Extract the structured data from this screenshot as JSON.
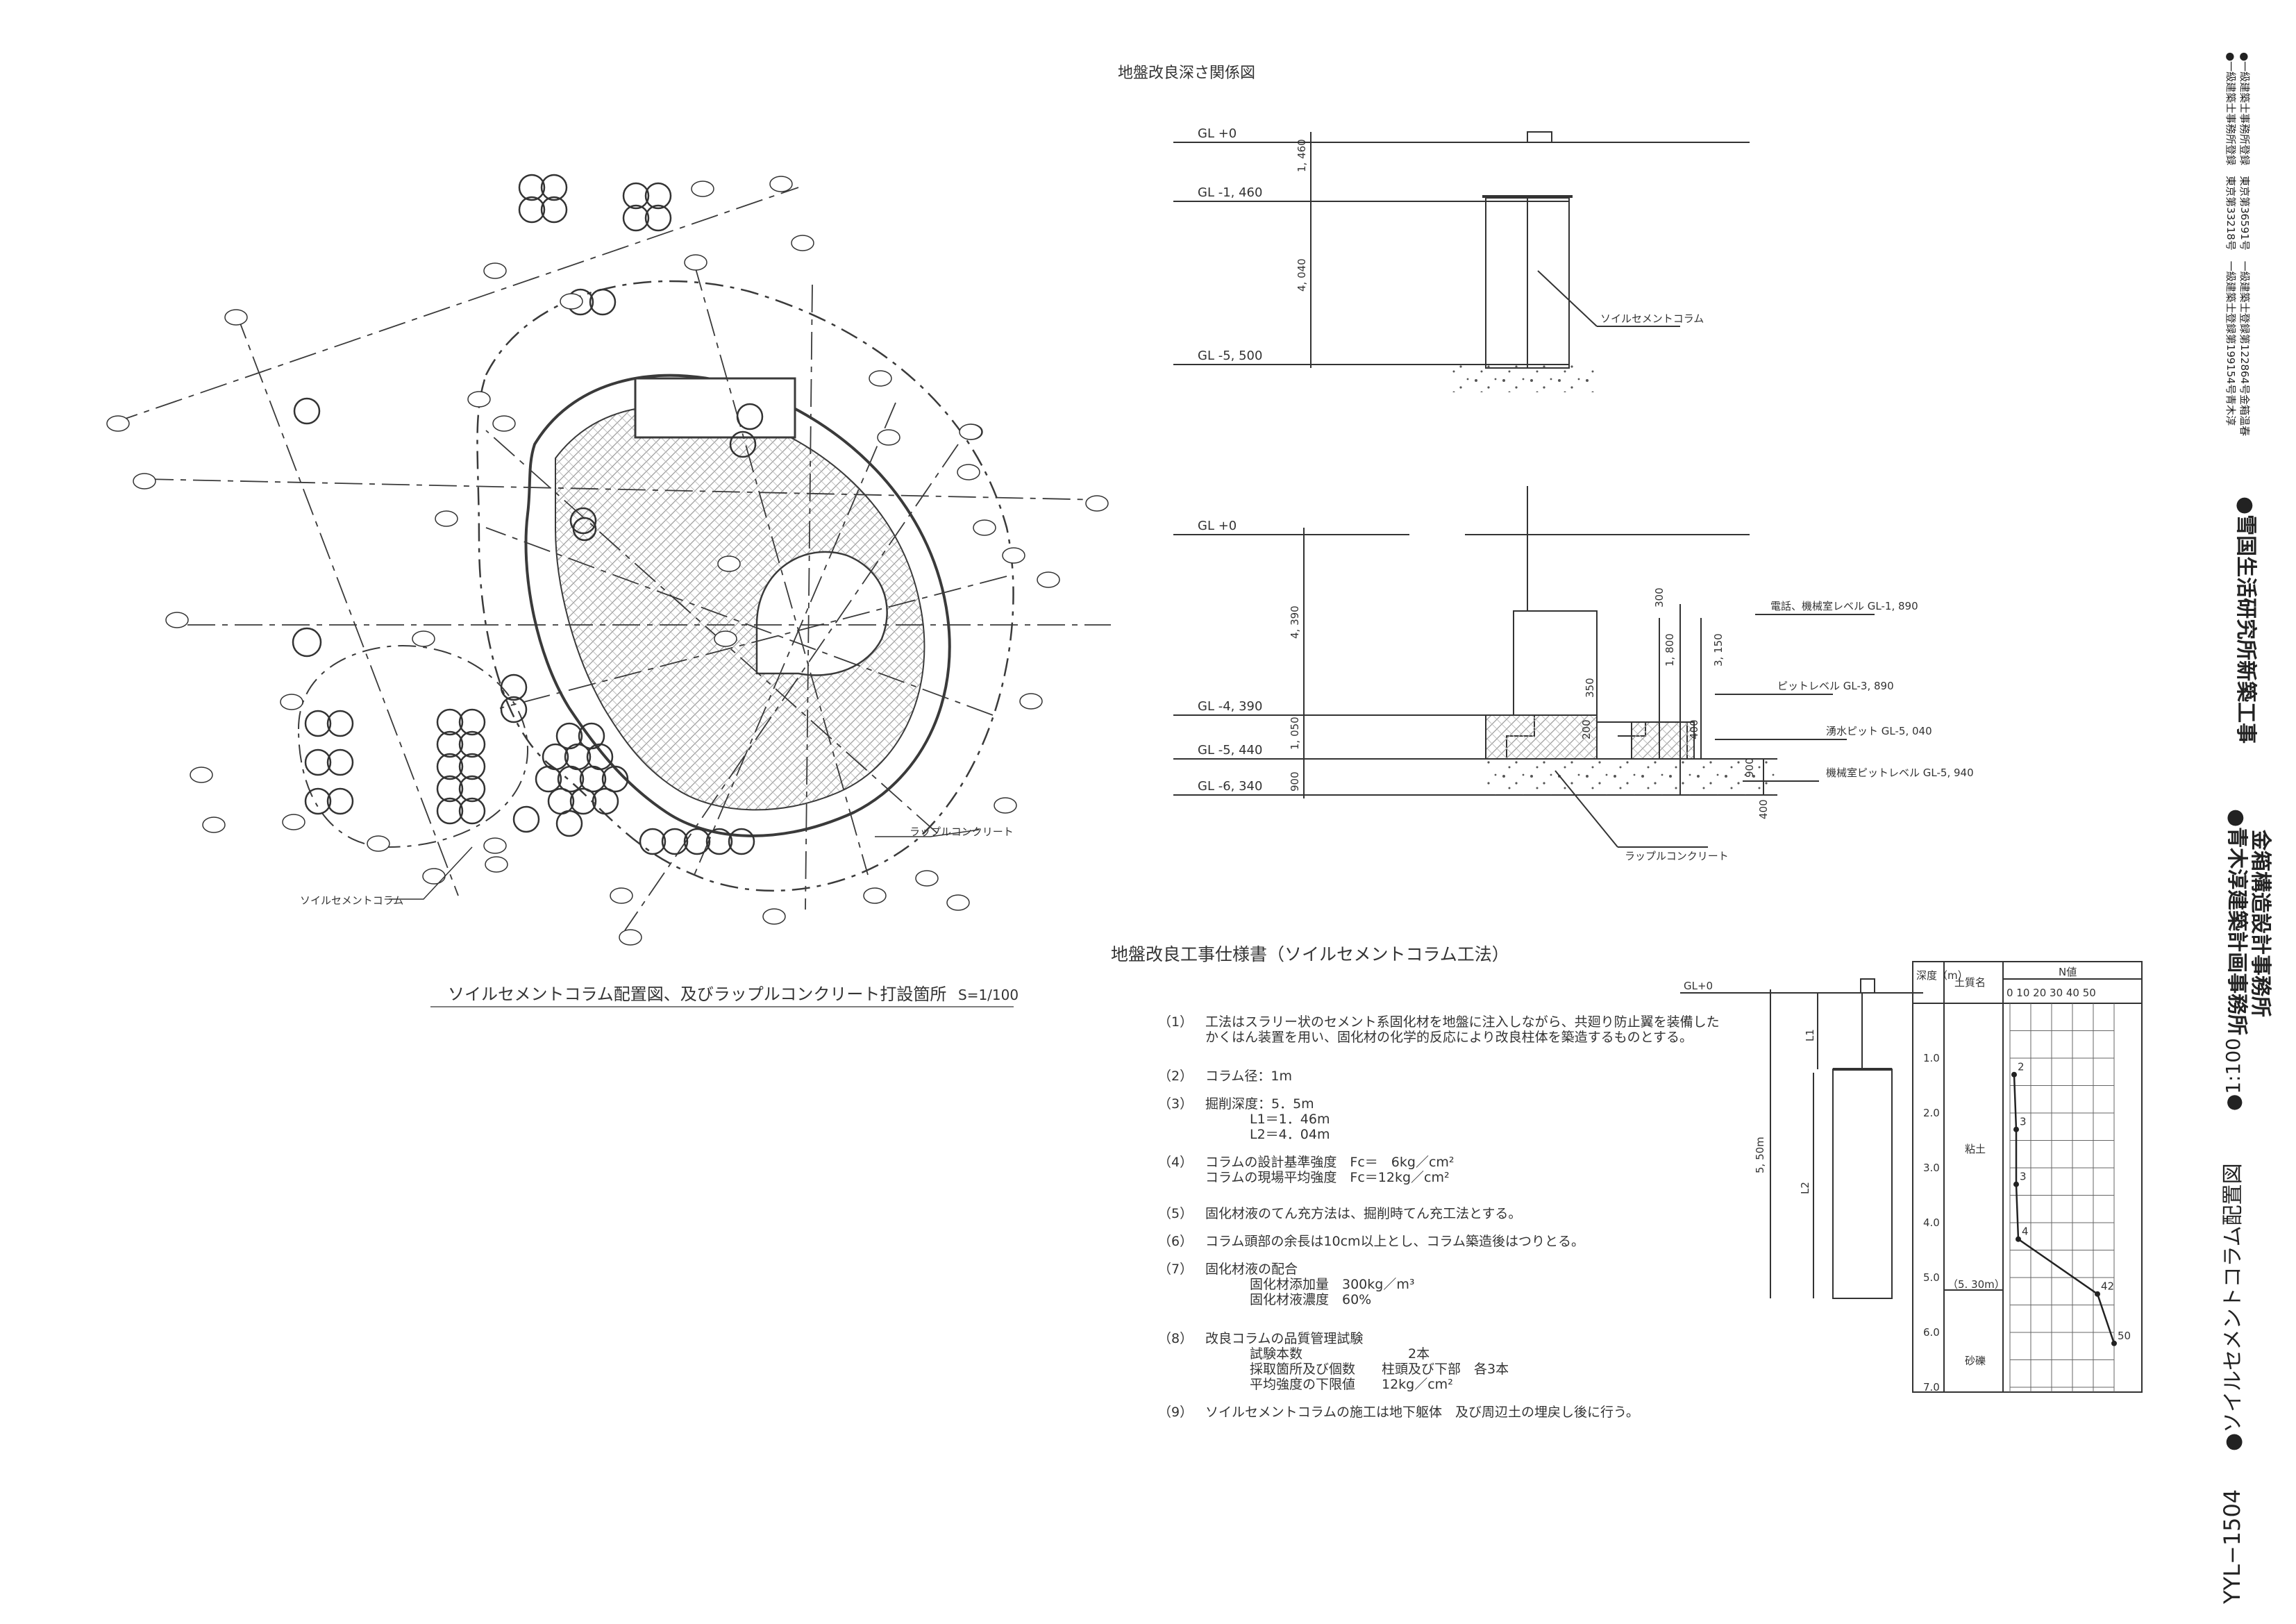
{
  "plan": {
    "caption": "ソイルセメントコラム配置図、及びラップルコンクリート打設箇所",
    "scale": "S=1/100",
    "label_rapple": "ラップルコンクリート",
    "label_soilcement": "ソイルセメントコラム"
  },
  "section": {
    "title": "地盤改良深さ関係図",
    "upper_levels": [
      "GL +0",
      "GL -1, 460",
      "GL -5, 500"
    ],
    "upper_dims": [
      "1, 460",
      "4, 040"
    ],
    "upper_label": "ソイルセメントコラム",
    "lower_levels": [
      "GL +0",
      "GL -4, 390",
      "GL -5, 440",
      "GL -6, 340"
    ],
    "lower_dims": [
      "4, 390",
      "1, 050",
      "900",
      "300",
      "1, 800",
      "3, 150",
      "350",
      "200",
      "400",
      "900",
      "400"
    ],
    "lower_notes": [
      "電話、機械室レベル GL-1, 890",
      "ピットレベル GL-3, 890",
      "湧水ピット GL-5, 040",
      "機械室ピットレベル GL-5, 940"
    ],
    "lower_label": "ラップルコンクリート"
  },
  "spec": {
    "title": "地盤改良工事仕様書（ソイルセメントコラム工法）",
    "items": [
      {
        "no": "（1）",
        "lines": [
          "工法はスラリー状のセメント系固化材を地盤に注入しながら、共廻り防止翼を装備した",
          "かくはん装置を用い、固化材の化学的反応により改良柱体を築造するものとする。"
        ]
      },
      {
        "no": "（2）",
        "lines": [
          "コラム径：1m"
        ]
      },
      {
        "no": "（3）",
        "lines": [
          "掘削深度：5．5m",
          "L1＝1．46m",
          "L2＝4．04m"
        ]
      },
      {
        "no": "（4）",
        "lines": [
          "コラムの設計基準強度　Fc＝　6kg／cm²",
          "コラムの現場平均強度　Fc＝12kg／cm²"
        ]
      },
      {
        "no": "（5）",
        "lines": [
          "固化材液のてん充方法は、掘削時てん充工法とする。"
        ]
      },
      {
        "no": "（6）",
        "lines": [
          "コラム頭部の余長は10cm以上とし、コラム築造後はつりとる。"
        ]
      },
      {
        "no": "（7）",
        "lines": [
          "固化材液の配合",
          "固化材添加量　300kg／m³",
          "固化材液濃度　60%"
        ]
      },
      {
        "no": "（8）",
        "lines": [
          "改良コラムの品質管理試験",
          "試験本数　　　　　　　　2本",
          "採取箇所及び個数　　柱頭及び下部　各3本",
          "平均強度の下限値　　12kg／cm²"
        ]
      },
      {
        "no": "（9）",
        "lines": [
          "ソイルセメントコラムの施工は地下躯体　及び周辺土の埋戻し後に行う。"
        ]
      }
    ]
  },
  "column_detail": {
    "gl": "GL+0",
    "dims": [
      "5, 50m",
      "L1",
      "L2"
    ]
  },
  "boring": {
    "headers": [
      "深度（m）",
      "土質名",
      "N値"
    ],
    "n_scale": "0 10 20 30 40 50",
    "depths": [
      "1.0",
      "2.0",
      "3.0",
      "4.0",
      "5.0",
      "6.0",
      "7.0"
    ],
    "layer_depth": "（5. 30m）",
    "soils": [
      "粘土",
      "砂礫"
    ],
    "n_points": [
      {
        "depth": 1.3,
        "n": 2
      },
      {
        "depth": 2.3,
        "n": 3
      },
      {
        "depth": 3.3,
        "n": 3
      },
      {
        "depth": 4.3,
        "n": 4
      },
      {
        "depth": 5.3,
        "n": 42
      },
      {
        "depth": 6.2,
        "n": 50
      }
    ],
    "n_labels": [
      "2",
      "3",
      "3",
      "4",
      "42",
      "50"
    ]
  },
  "titleblock": {
    "qualifications": [
      "●一級建築士事務所登録　東京第33218号　一級建築士登録第199154号青木淳",
      "●一級建築士事務所登録　東京第36591号　一級建築士登録第122864号金箱温春"
    ],
    "project": "●雪国生活研究所新築工事",
    "office1": "●青木淳建築計画事務所",
    "office2": "金箱構造設計事務所",
    "scale": "●1:100",
    "drawing_title": "●ソイルセメントコラム配置図",
    "drawing_no": "YYL−1504"
  },
  "colors": {
    "line": "#3a3a3a",
    "paper": "#ffffff",
    "hatch": "#9a9a9a"
  }
}
